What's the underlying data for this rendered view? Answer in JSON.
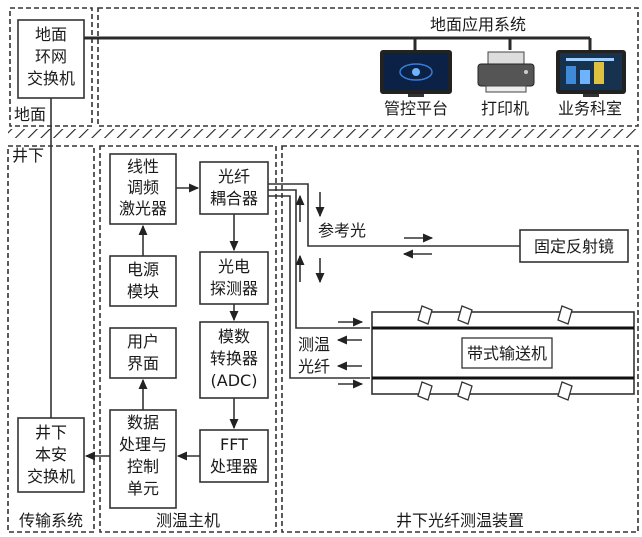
{
  "regions": {
    "ground_app_system": "地面应用系统",
    "ground": "地面",
    "underground": "井下",
    "transmission_system": "传输系统",
    "temp_host": "测温主机",
    "underground_device": "井下光纤测温装置"
  },
  "nodes": {
    "ground_switch": [
      "地面",
      "环网",
      "交换机"
    ],
    "control_platform": "管控平台",
    "printer": "打印机",
    "business_office": "业务科室",
    "laser": [
      "线性",
      "调频",
      "激光器"
    ],
    "coupler": [
      "光纤",
      "耦合器"
    ],
    "power": [
      "电源",
      "模块"
    ],
    "detector": [
      "光电",
      "探测器"
    ],
    "adc": [
      "模数",
      "转换器",
      "(ADC)"
    ],
    "ui": [
      "用户",
      "界面"
    ],
    "fft": [
      "FFT",
      "处理器"
    ],
    "dpcu": [
      "数据",
      "处理与",
      "控制",
      "单元"
    ],
    "safety_switch": [
      "井下",
      "本安",
      "交换机"
    ],
    "reflector": "固定反射镜",
    "conveyor": "带式输送机"
  },
  "labels": {
    "reference_light": "参考光",
    "sensing_fiber": [
      "测温",
      "光纤"
    ]
  },
  "colors": {
    "ink": "#1a1a1a",
    "screen_dark": "#0b2246",
    "screen_glow": "#3a7bd5"
  }
}
